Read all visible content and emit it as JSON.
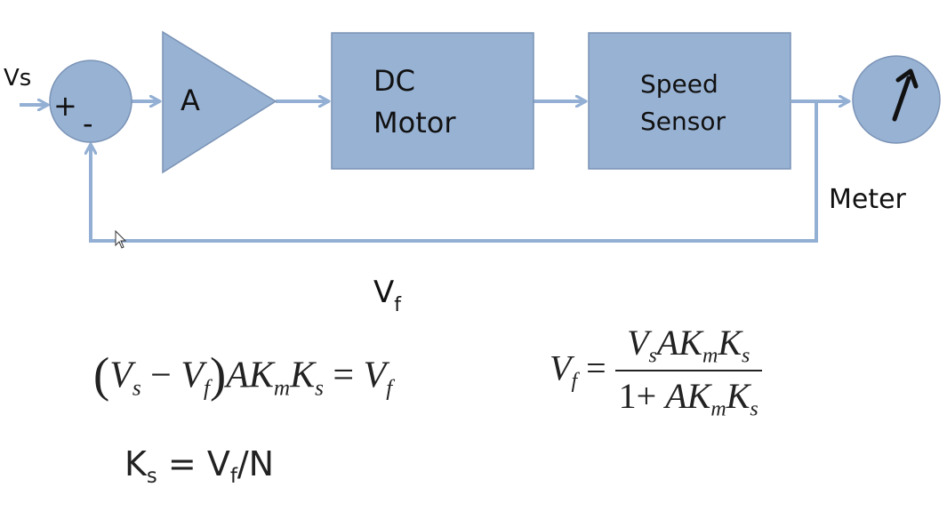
{
  "diagram": {
    "input_label": "Vs",
    "summing": {
      "plus": "+",
      "minus": "-"
    },
    "amplifier": {
      "label": "A"
    },
    "blocks": [
      {
        "id": "dc-motor",
        "lines": [
          "DC",
          "Motor"
        ]
      },
      {
        "id": "speed-sensor",
        "lines": [
          "Speed",
          "Sensor"
        ]
      }
    ],
    "meter_label": "Meter",
    "feedback_label": {
      "main": "V",
      "sub": "f"
    },
    "colors": {
      "block_fill": "#98b2d3",
      "block_stroke": "#7a93b6",
      "arrow": "#93afd3",
      "text": "#111111"
    }
  },
  "equations": {
    "eq1": {
      "open": "(",
      "close": ")",
      "vs": {
        "main": "V",
        "sub": "s"
      },
      "minus": "−",
      "vf": {
        "main": "V",
        "sub": "f"
      },
      "a": "A",
      "km": {
        "main": "K",
        "sub": "m"
      },
      "ks": {
        "main": "K",
        "sub": "s"
      },
      "equals": "=",
      "rhs": {
        "main": "V",
        "sub": "f"
      }
    },
    "eq2": {
      "lhs": {
        "main": "V",
        "sub": "f"
      },
      "equals": "=",
      "num": {
        "vs": {
          "main": "V",
          "sub": "s"
        },
        "a": "A",
        "km": {
          "main": "K",
          "sub": "m"
        },
        "ks": {
          "main": "K",
          "sub": "s"
        }
      },
      "den": {
        "one_plus": "1+ ",
        "a": "A",
        "km": {
          "main": "K",
          "sub": "m"
        },
        "ks": {
          "main": "K",
          "sub": "s"
        }
      }
    },
    "eq3": {
      "ks": {
        "main": "K",
        "sub": "s"
      },
      "equals": " = ",
      "vf": {
        "main": "V",
        "sub": "f"
      },
      "tail": "/N"
    }
  }
}
